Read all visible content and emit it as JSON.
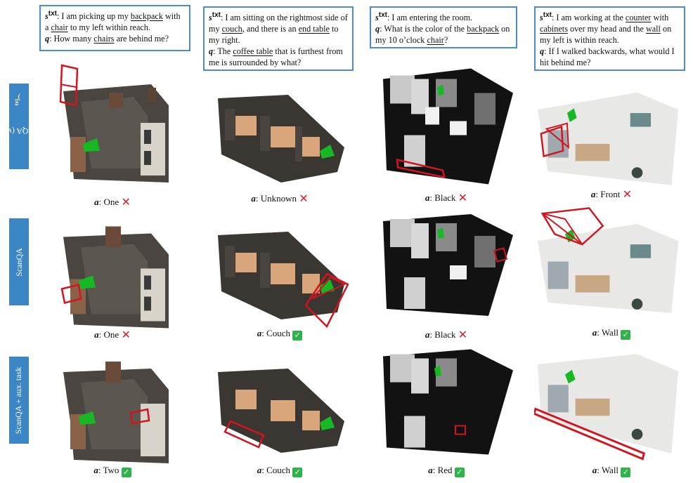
{
  "questions": [
    {
      "s": [
        "I am picking up my ",
        {
          "u": "backpack"
        },
        " with a ",
        {
          "u": "chair"
        },
        " to my left within reach."
      ],
      "q": [
        "How many ",
        {
          "u": "chairs"
        },
        " are behind me?"
      ]
    },
    {
      "s": [
        "I am sitting on the rightmost side of my ",
        {
          "u": "couch"
        },
        ", and there is an ",
        {
          "u": "end table"
        },
        " to my right."
      ],
      "q": [
        "The ",
        {
          "u": "coffee table"
        },
        " that is furthest from me is surrounded by what?"
      ]
    },
    {
      "s": [
        "I am entering the room."
      ],
      "q": [
        "What is the color of the ",
        {
          "u": "backpack"
        },
        " on my 10 o’clock ",
        {
          "u": "chair"
        },
        "?"
      ]
    },
    {
      "s": [
        "I am working at the ",
        {
          "u": "counter"
        },
        " with ",
        {
          "u": "cabinets"
        },
        " over my head and the ",
        {
          "u": "wall"
        },
        " on my left is within reach."
      ],
      "q": [
        "If I walked backwards, what would I hit behind me?"
      ]
    }
  ],
  "labels": {
    "s_prefix": "s",
    "s_sup": "txt",
    "q_prefix": "q",
    "a_prefix": "a"
  },
  "rows": [
    {
      "label": "ScanQA (w/o s^txt)",
      "label_main": "ScanQA (w/o s",
      "label_sup": "txt",
      "label_end": ")"
    },
    {
      "label": "ScanQA",
      "label_main": "ScanQA",
      "label_sup": "",
      "label_end": ""
    },
    {
      "label": "ScanQA + aux. task",
      "label_main": "ScanQA + aux. task",
      "label_sup": "",
      "label_end": ""
    }
  ],
  "answers": [
    [
      {
        "text": "One",
        "correct": false
      },
      {
        "text": "Unknown",
        "correct": false
      },
      {
        "text": "Black",
        "correct": false
      },
      {
        "text": "Front",
        "correct": false
      }
    ],
    [
      {
        "text": "One",
        "correct": false
      },
      {
        "text": "Couch",
        "correct": true
      },
      {
        "text": "Black",
        "correct": false
      },
      {
        "text": "Wall",
        "correct": true
      }
    ],
    [
      {
        "text": "Two",
        "correct": true
      },
      {
        "text": "Couch",
        "correct": true
      },
      {
        "text": "Red",
        "correct": true
      },
      {
        "text": "Wall",
        "correct": true
      }
    ]
  ],
  "colors": {
    "box_border": "#4a8ccd",
    "row_label_bg": "#3d86c6",
    "bbox": "#d2141e",
    "agent_arrow": "#16b824",
    "cross": "#d91e2b",
    "check": "#2fb34a"
  },
  "marks": {
    "cross": "✕",
    "check": "✓"
  }
}
